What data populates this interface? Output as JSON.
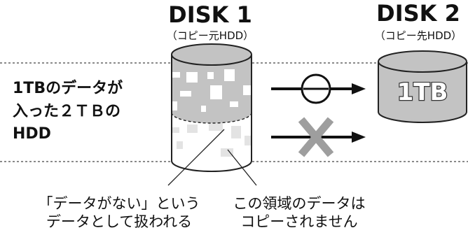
{
  "disk1": {
    "title": "DISK 1",
    "subtitle": "（コピー元HDD）"
  },
  "disk2": {
    "title": "DISK 2",
    "subtitle": "（コピー先HDD）",
    "capacity_label": "1TB"
  },
  "left_label": {
    "lines": [
      "1TBのデータが",
      "入った２ＴＢの",
      "HDD"
    ]
  },
  "note_left": {
    "lines": [
      "「データがない」という",
      "データとして扱われる"
    ]
  },
  "note_right": {
    "lines": [
      "この領域のデータは",
      "コピーされません"
    ]
  },
  "icons": {
    "allowed": "circle-minus-icon",
    "denied": "cross-icon"
  },
  "colors": {
    "disk_gray": "#c3c3c3",
    "cross_gray": "#9e9e9e",
    "outline": "#222222"
  }
}
